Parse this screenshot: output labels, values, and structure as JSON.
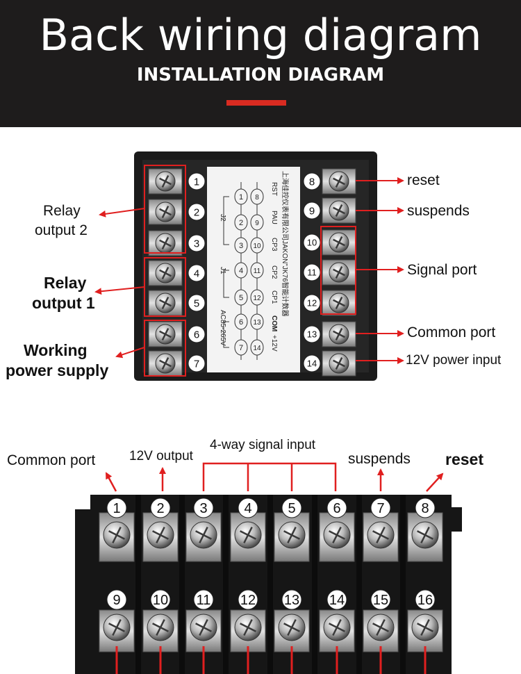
{
  "header": {
    "title": "Back wiring diagram",
    "subtitle": "INSTALLATION DIAGRAM"
  },
  "colors": {
    "accent": "#d92b21",
    "header_bg": "#1e1c1c"
  },
  "top_diagram": {
    "left_terminals": [
      "1",
      "2",
      "3",
      "4",
      "5",
      "6",
      "7"
    ],
    "right_terminals": [
      "8",
      "9",
      "10",
      "11",
      "12",
      "13",
      "14"
    ],
    "left_labels": {
      "relay2_line1": "Relay",
      "relay2_line2": "output  2",
      "relay1_line1": "Relay",
      "relay1_line2": "output 1",
      "power_line1": "Working",
      "power_line2": "power supply"
    },
    "right_labels": {
      "reset": "reset",
      "suspends": "suspends",
      "signal": "Signal port",
      "common": "Common port",
      "power12": "12V power input"
    },
    "panel": {
      "brand": "上海佳控仪表有限公司JAKON\"JK76智能计数器",
      "rst": "RST",
      "pau": "PAU",
      "cp3": "CP3",
      "cp2": "CP2",
      "cp1": "CP1",
      "com": "COM",
      "v12": "+12V",
      "j2": "J2",
      "j1": "J1",
      "ac": "AC85-265V",
      "circles_left": [
        "1",
        "2",
        "3",
        "4",
        "5",
        "6",
        "7"
      ],
      "circles_right": [
        "8",
        "9",
        "10",
        "11",
        "12",
        "13",
        "14"
      ]
    }
  },
  "bottom_diagram": {
    "top_terminals": [
      "1",
      "2",
      "3",
      "4",
      "5",
      "6",
      "7",
      "8"
    ],
    "bottom_terminals": [
      "9",
      "10",
      "11",
      "12",
      "13",
      "14",
      "15",
      "16"
    ],
    "labels": {
      "common": "Common port",
      "v12out": "12V output",
      "signal4": "4-way signal input",
      "suspends": "suspends",
      "reset": "reset"
    }
  }
}
